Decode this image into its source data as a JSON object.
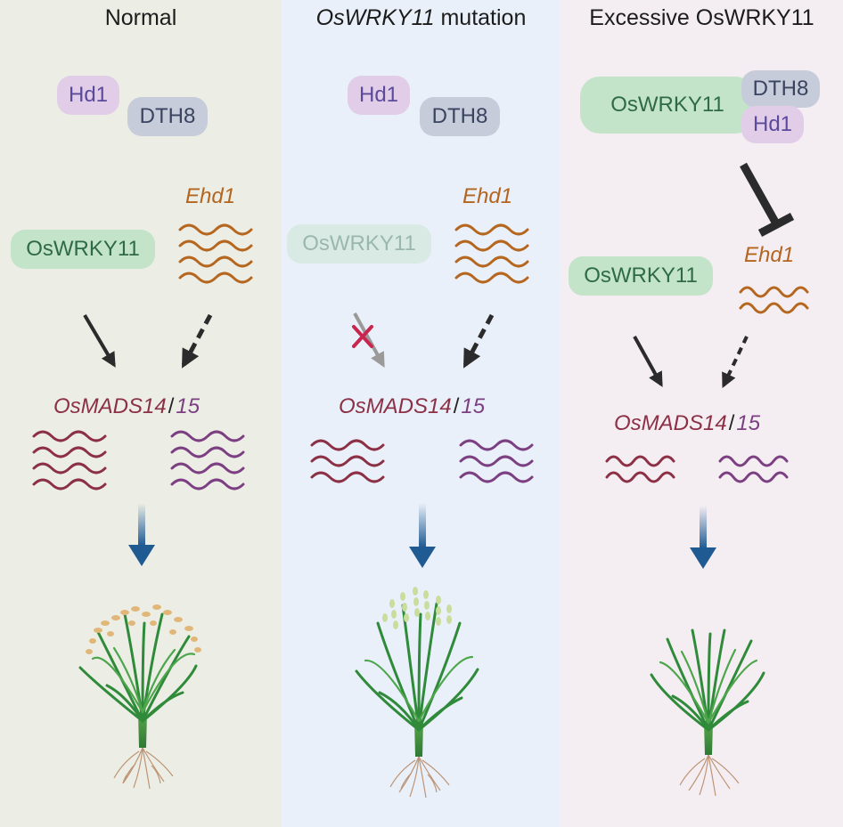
{
  "panels": [
    {
      "title": "Normal"
    },
    {
      "title_italic": "OsWRKY11",
      "title_rest": " mutation"
    },
    {
      "title": "Excessive OsWRKY11"
    }
  ],
  "labels": {
    "hd1": "Hd1",
    "dth8": "DTH8",
    "oswrky11": "OsWRKY11",
    "ehd1": "Ehd1",
    "osmads14": "OsMADS14",
    "slash": "/",
    "n15": "15"
  },
  "colors": {
    "panel_normal": "#eceee6",
    "panel_mutation": "#e9f0f9",
    "panel_excess": "#f4eef3",
    "ehd1_transcript": "#b5661f",
    "osmads14_transcript": "#8c3045",
    "osmads15_transcript": "#7b3f82",
    "flowering_arrow": "#1f5a93",
    "block_mark": "#c8254f"
  },
  "icons": {
    "transcript": "wavy-mrna-icon",
    "block": "cross-x-icon",
    "inhibit": "t-bar-inhibition-icon",
    "outcome": "rice-plant-icon"
  }
}
